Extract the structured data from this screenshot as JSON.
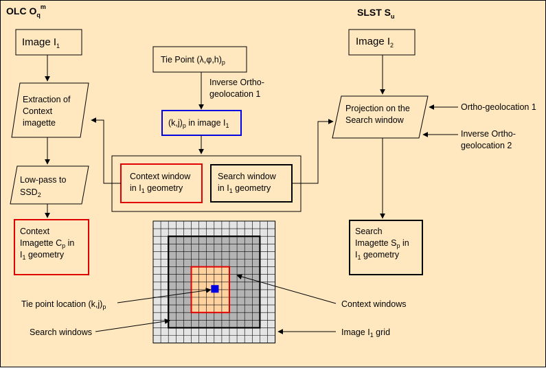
{
  "headers": {
    "left": {
      "main": "OLC O",
      "sub": "q",
      "sup": "m"
    },
    "right": {
      "main": "SLST S",
      "sub": "u"
    }
  },
  "left_column": {
    "image": {
      "main": "Image I",
      "sub": "1"
    },
    "extraction": [
      "Extraction of",
      "Context",
      "imagette"
    ],
    "lowpass": {
      "line1": "Low-pass to",
      "line2_main": "SSD",
      "line2_sub": "2"
    },
    "context_imagette": {
      "line1": "Context",
      "line2_main": "Imagette C",
      "line2_sub": "p",
      "line2_rest": " in",
      "line3_main": "I",
      "line3_sub": "1",
      "line3_rest": " geometry"
    }
  },
  "center_column": {
    "tie_point": {
      "main": "Tie Point (λ,φ,h)",
      "sub": "p"
    },
    "inverse_ortho_1": [
      "Inverse Ortho-",
      "geolocation 1"
    ],
    "kj_image": {
      "main": "(k,j)",
      "sub": "p",
      "rest": " in image I",
      "sub2": "1"
    },
    "context_window": {
      "line1": "Context window",
      "line2_main": "in I",
      "line2_sub": "1",
      "line2_rest": " geometry"
    },
    "search_window": {
      "line1": "Search window",
      "line2_main": "in I",
      "line2_sub": "1",
      "line2_rest": " geometry"
    }
  },
  "right_column": {
    "image": {
      "main": "Image I",
      "sub": "2"
    },
    "projection": [
      "Projection on the",
      "Search window"
    ],
    "ortho_geolocation_1": "Ortho-geolocation 1",
    "inverse_ortho_2": [
      "Inverse Ortho-",
      "geolocation 2"
    ],
    "search_imagette": {
      "line1": "Search",
      "line2_main": "Imagette S",
      "line2_sub": "p",
      "line2_rest": " in",
      "line3_main": "I",
      "line3_sub": "1",
      "line3_rest": " geometry"
    }
  },
  "grid_labels": {
    "tie_point_location": {
      "main": "Tie point location (k,j)",
      "sub": "p"
    },
    "search_windows": "Search windows",
    "context_windows": "Context windows",
    "image_grid": {
      "main": "Image I",
      "sub": "1",
      "rest": " grid"
    }
  },
  "colors": {
    "background": "#ffe8bf",
    "red_box": "#e00000",
    "blue_box": "#0000e0",
    "grid_light": "#e4e4e4",
    "grid_mid": "#b4b4b4",
    "context_fill": "#ffd2a0",
    "tie_point": "#0000e0"
  }
}
